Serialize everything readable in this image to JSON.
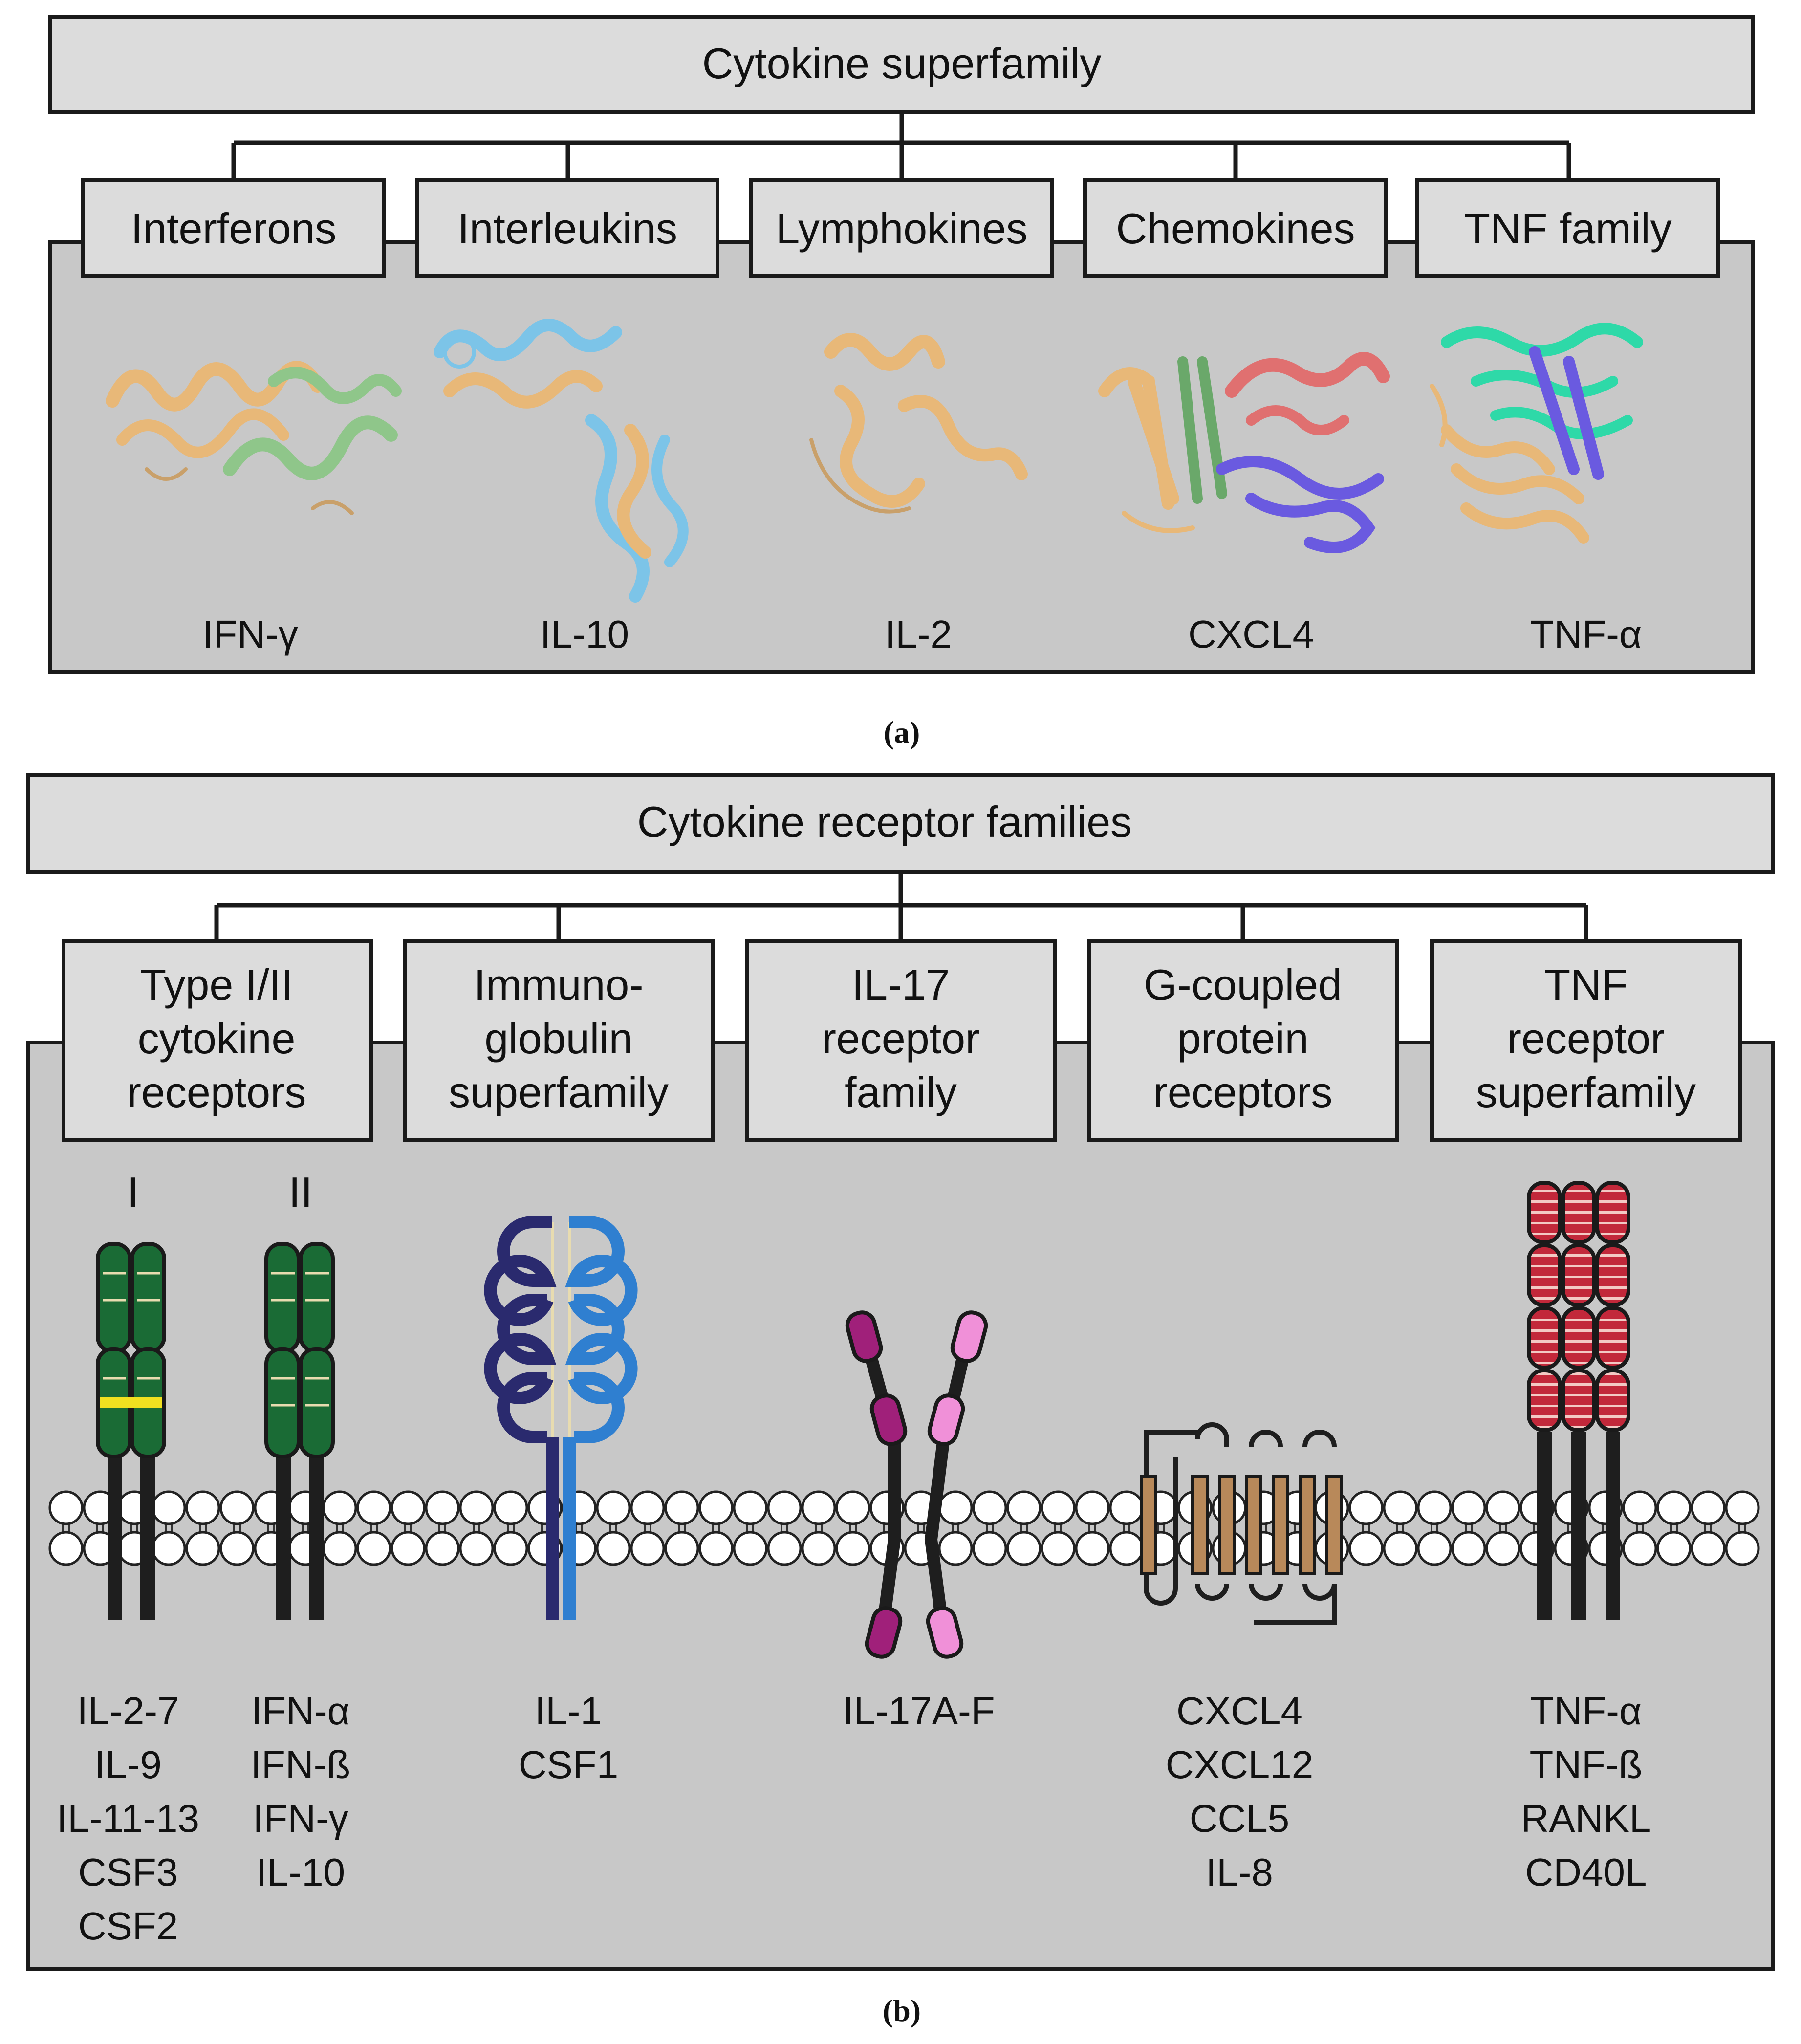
{
  "panel_a": {
    "title": "Cytokine superfamily",
    "categories": [
      "Interferons",
      "Interleukins",
      "Lymphokines",
      "Chemokines",
      "TNF family"
    ],
    "examples": [
      "IFN-γ",
      "IL-10",
      "IL-2",
      "CXCL4",
      "TNF-α"
    ],
    "caption": "(a)"
  },
  "panel_b": {
    "title": "Cytokine receptor families",
    "categories": [
      [
        "Type I/II",
        "cytokine",
        "receptors"
      ],
      [
        "Immuno-",
        "globulin",
        "superfamily"
      ],
      [
        "IL-17",
        "receptor",
        "family"
      ],
      [
        "G-coupled",
        "protein",
        "receptors"
      ],
      [
        "TNF",
        "receptor",
        "superfamily"
      ]
    ],
    "type_marks": [
      "I",
      "II"
    ],
    "ligands": [
      [
        "IL-2-7",
        "IL-9",
        "IL-11-13",
        "CSF3",
        "CSF2"
      ],
      [
        "IFN-α",
        "IFN-ß",
        "IFN-γ",
        "IL-10"
      ],
      [
        "IL-1",
        "CSF1"
      ],
      [
        "IL-17A-F"
      ],
      [
        "CXCL4",
        "CXCL12",
        "CCL5",
        "IL-8"
      ],
      [
        "TNF-α",
        "TNF-ß",
        "RANKL",
        "CD40L"
      ]
    ],
    "caption": "(b)"
  },
  "colors": {
    "box_fill": "#dcdcdc",
    "panel_fill": "#c8c8c8",
    "protein_tan": "#e8b878",
    "protein_green": "#8fc68a",
    "protein_blue": "#7cc4e8",
    "protein_red": "#e07070",
    "protein_purple": "#6a5ae0",
    "protein_teal": "#2ed9a8",
    "cytokine_receptor_green": "#1a6b35",
    "ig_dark": "#2a2a6e",
    "ig_blue": "#2f7fd0",
    "il17_magenta": "#a0207a",
    "il17_pink": "#f090d8",
    "gpcr_brown": "#b8895a",
    "tnfr_red": "#c2283a"
  }
}
